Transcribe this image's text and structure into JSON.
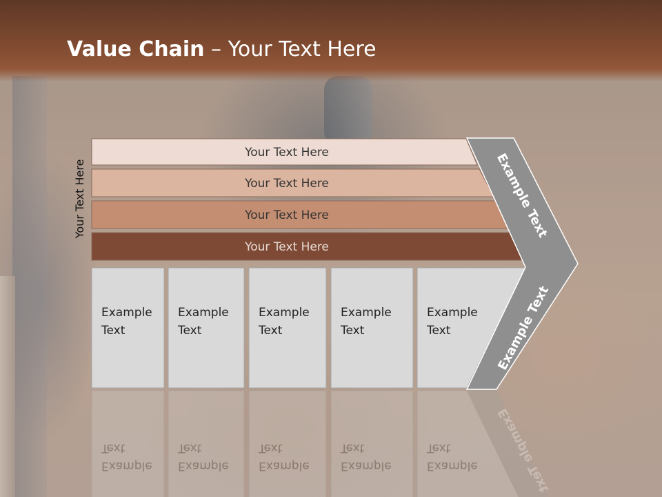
{
  "slide": {
    "title_bold": "Value Chain",
    "title_rest": " – Your Text Here"
  },
  "side_label": "Your Text Here",
  "bars": [
    {
      "label": "Your Text Here",
      "fill": "#eedcd4",
      "text_color": "#333333"
    },
    {
      "label": "Your Text Here",
      "fill": "#dcb5a0",
      "text_color": "#333333"
    },
    {
      "label": "Your Text Here",
      "fill": "#c48e72",
      "text_color": "#333333"
    },
    {
      "label": "Your Text Here",
      "fill": "#7e4a35",
      "text_color": "#e8dcd5"
    }
  ],
  "boxes": [
    {
      "line1": "Example",
      "line2": "Text"
    },
    {
      "line1": "Example",
      "line2": "Text"
    },
    {
      "line1": "Example",
      "line2": "Text"
    },
    {
      "line1": "Example",
      "line2": "Text"
    },
    {
      "line1": "Example",
      "line2": "Text"
    }
  ],
  "arrow": {
    "upper_label": "Example Text",
    "lower_label": "Example Text",
    "fill": "#8f8f8f"
  },
  "colors": {
    "box_fill": "#d9d9d9",
    "box_stroke": "#a6a6a6"
  }
}
